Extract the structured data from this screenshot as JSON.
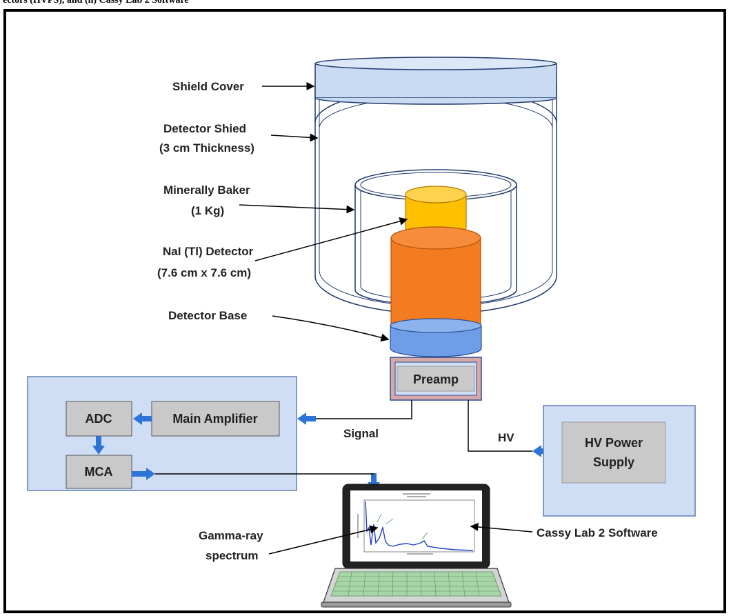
{
  "top_fragment": "ectors (HVPS), and (h) Cassy Lab 2 Software",
  "labels": {
    "shield_cover": "Shield Cover",
    "detector_shield_line1": "Detector Shied",
    "detector_shield_line2": "(3 cm Thickness)",
    "beaker_line1": "Minerally Baker",
    "beaker_line2": "(1 Kg)",
    "nai_line1": "NaI (Tl) Detector",
    "nai_line2": "(7.6 cm x 7.6 cm)",
    "detector_base": "Detector Base",
    "preamp": "Preamp",
    "adc": "ADC",
    "main_amplifier": "Main Amplifier",
    "mca": "MCA",
    "signal": "Signal",
    "hv": "HV",
    "hv_supply_line1": "HV Power",
    "hv_supply_line2": "Supply",
    "gamma_line1": "Gamma-ray",
    "gamma_line2": "spectrum",
    "cassy": "Cassy Lab 2 Software"
  },
  "colors": {
    "shield_cover": "#c9dbf3",
    "crystal_top": "#ffc000",
    "crystal_body": "#f47c20",
    "detector_base": "#6f9ee8",
    "preamp_frame": "#d6a8a8",
    "box_fill": "#c9c9c9",
    "panel_fill": "#cfdef4",
    "arrow": "#2e74d6",
    "screen_bezel": "#222222",
    "keyboard": "#a8d5a8"
  }
}
